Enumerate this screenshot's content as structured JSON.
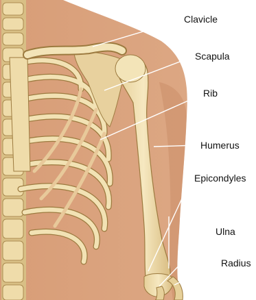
{
  "labels": {
    "clavicle": "Clavicle",
    "scapula": "Scapula",
    "rib": "Rib",
    "humerus": "Humerus",
    "epicondyles": "Epicondyles",
    "ulna": "Ulna",
    "radius": "Radius"
  },
  "colors": {
    "skin": "#d9a07a",
    "skin_shadow": "#c98c66",
    "bone": "#f0dfae",
    "bone_shadow": "#d8bf85",
    "bone_outline": "#9c7a3f",
    "cartilage": "#e8c99a",
    "leader_line": "#ffffff"
  }
}
